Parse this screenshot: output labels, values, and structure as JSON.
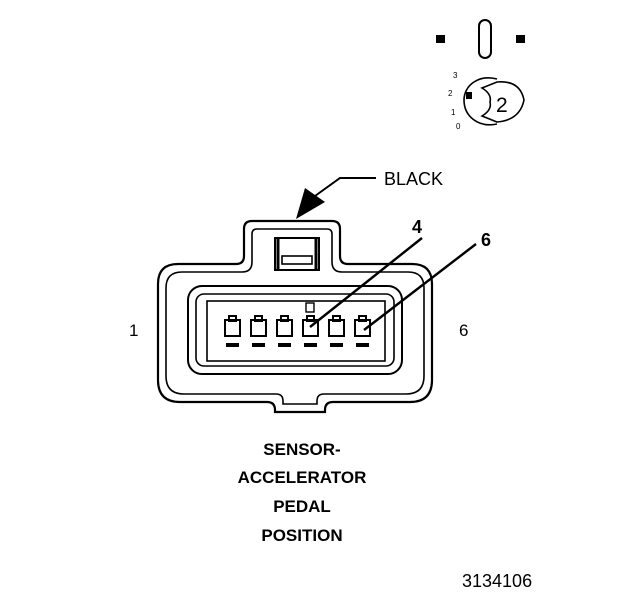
{
  "connector": {
    "color_callout": "BLACK",
    "end_label_left": "1",
    "end_label_right": "6",
    "pin_callouts": [
      "4",
      "6"
    ],
    "cavity_count": 6
  },
  "key_indicator": {
    "position_numbers": [
      "3",
      "2",
      "1",
      "0"
    ],
    "key_position": "2"
  },
  "title_lines": [
    "SENSOR-",
    "ACCELERATOR",
    "PEDAL",
    "POSITION"
  ],
  "figure_number": "3134106",
  "colors": {
    "line": "#000000",
    "background": "#ffffff"
  }
}
